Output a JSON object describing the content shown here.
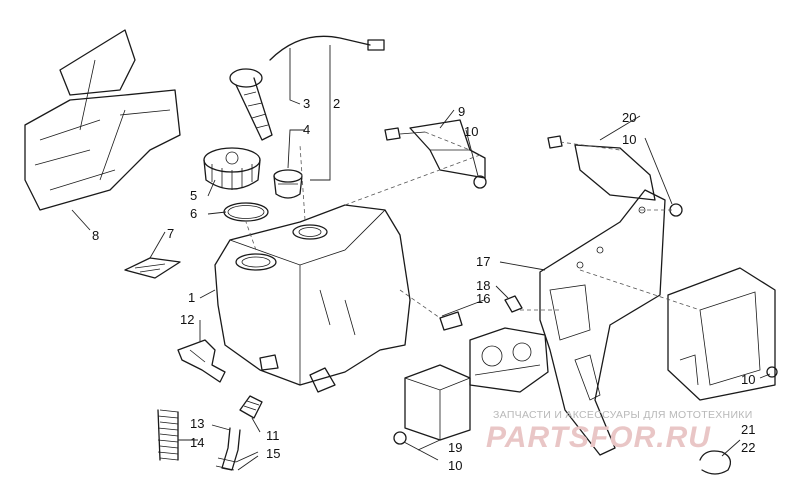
{
  "callouts": {
    "c1": "1",
    "c2": "2",
    "c3": "3",
    "c4": "4",
    "c5": "5",
    "c6": "6",
    "c7": "7",
    "c8": "8",
    "c9": "9",
    "c10a": "10",
    "c10b": "10",
    "c10c": "10",
    "c10d": "10",
    "c11": "11",
    "c12": "12",
    "c13": "13",
    "c14": "14",
    "c15": "15",
    "c16": "16",
    "c17": "17",
    "c18": "18",
    "c19": "19",
    "c20": "20",
    "c21": "21",
    "c22": "22"
  },
  "watermark": {
    "caption": "ЗАПЧАСТИ И АКСЕССУАРЫ ДЛЯ МОТОТЕХНИКИ",
    "logo": "PARTSFOR.RU"
  }
}
